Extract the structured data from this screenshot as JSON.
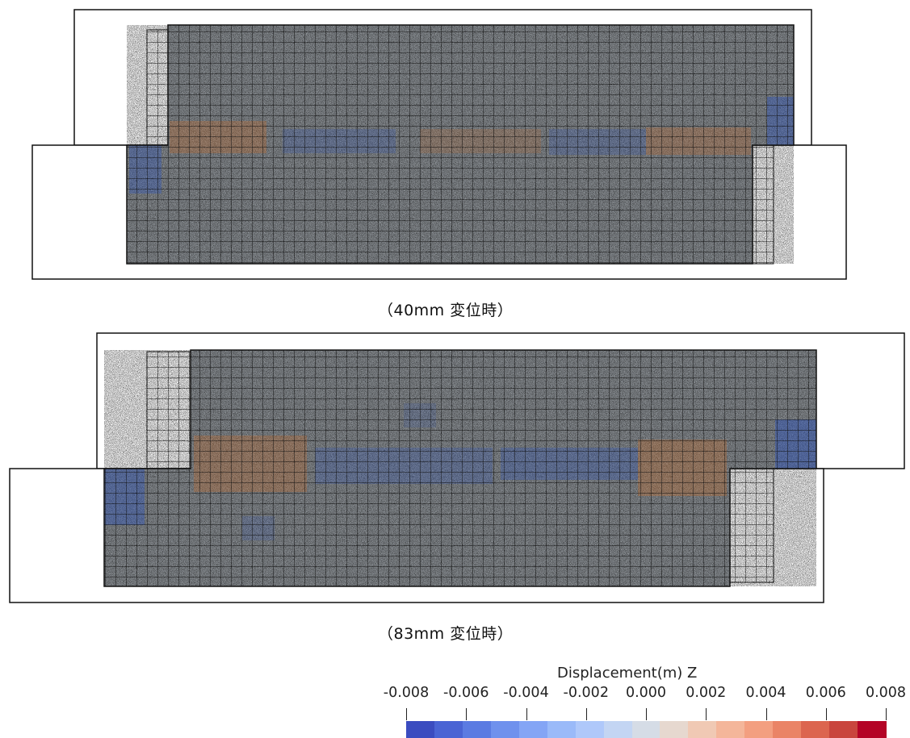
{
  "captions": {
    "top": "（40mm 変位時）",
    "bottom": "（83mm 変位時）"
  },
  "colorbar": {
    "title": "Displacement(m) Z",
    "range": [
      -0.008,
      0.008
    ],
    "ticks": [
      "-0.008",
      "-0.006",
      "-0.004",
      "-0.002",
      "0.000",
      "0.002",
      "0.004",
      "0.006",
      "0.008"
    ],
    "colors": [
      "#3b4cc0",
      "#4a64d4",
      "#5b7be2",
      "#6f91ed",
      "#84a5f5",
      "#9abaf9",
      "#afc8fa",
      "#c3d5f3",
      "#d5dce6",
      "#e6d8cf",
      "#f0c9b4",
      "#f4b69a",
      "#f39f80",
      "#ea8466",
      "#dc654f",
      "#c9453d",
      "#b40426"
    ]
  },
  "colors": {
    "particle_base": "#8f9499",
    "mesh_line": "#111111",
    "shear_blue": "#2a52be",
    "shear_orange": "#d2691e"
  }
}
